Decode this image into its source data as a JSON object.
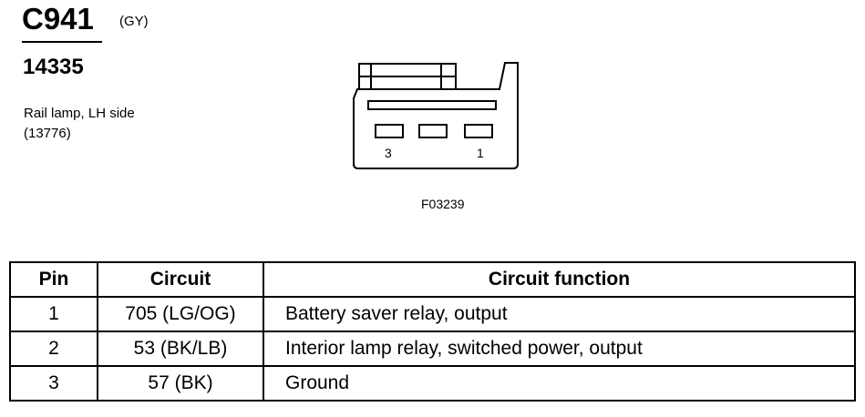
{
  "connector": {
    "id": "C941",
    "color": "(GY)",
    "part_number": "14335",
    "description_line1": "Rail lamp, LH side",
    "description_line2": "(13776)"
  },
  "diagram": {
    "pin_label_left": "3",
    "pin_label_right": "1",
    "figure_code": "F03239"
  },
  "table": {
    "headers": [
      "Pin",
      "Circuit",
      "Circuit function"
    ],
    "rows": [
      {
        "pin": "1",
        "circuit": "705 (LG/OG)",
        "function": "Battery saver relay, output"
      },
      {
        "pin": "2",
        "circuit": "53 (BK/LB)",
        "function": "Interior lamp relay, switched power, output"
      },
      {
        "pin": "3",
        "circuit": "57 (BK)",
        "function": "Ground"
      }
    ]
  }
}
